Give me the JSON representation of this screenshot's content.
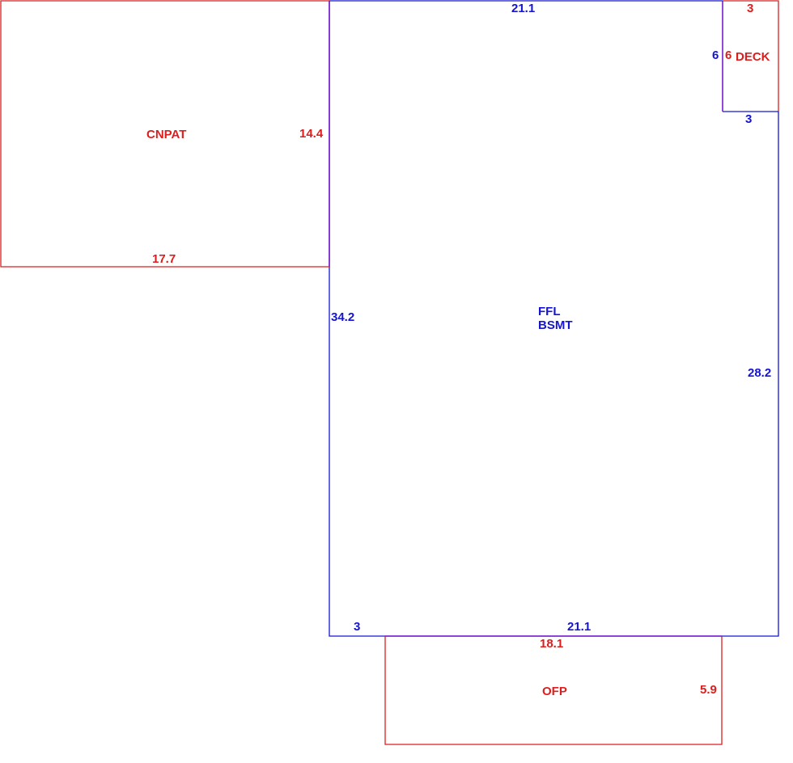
{
  "colors": {
    "main": "#1414d2",
    "addon": "#dc1e1e",
    "overlap": "#7a1ad0",
    "background": "#ffffff"
  },
  "areas": {
    "main": {
      "line1": "FFL",
      "line2": "BSMT"
    },
    "carport_patio": {
      "label": "CNPAT"
    },
    "deck": {
      "label": "DECK"
    },
    "porch": {
      "label": "OFP"
    }
  },
  "dimensions": {
    "main_top": "21.1",
    "main_left": "34.2",
    "main_right": "28.2",
    "main_notch_top": "6",
    "main_notch_bottom": "3",
    "main_bottom_short": "3",
    "main_bottom": "21.1",
    "cnpat_side": "14.4",
    "cnpat_bottom": "17.7",
    "deck_top": "3",
    "deck_side": "6",
    "ofp_top": "18.1",
    "ofp_side": "5.9"
  }
}
